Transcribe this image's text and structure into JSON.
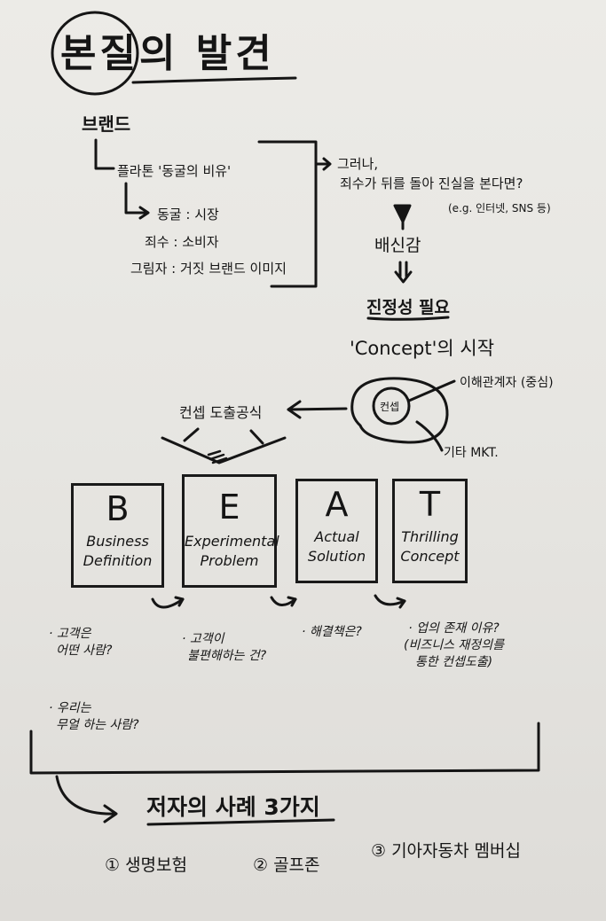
{
  "title": "본질의 발견",
  "brand": "브랜드",
  "plato": "플라톤 '동굴의 비유'",
  "cave_items": [
    "동굴 : 시장",
    "죄수 : 소비자",
    "그림자 : 거짓 브랜드 이미지"
  ],
  "however": "그러나,",
  "turn_question": "죄수가 뒤를 돌아 진실을 본다면?",
  "eg": "(e.g. 인터넷, SNS 등)",
  "betrayal": "배신감",
  "authenticity": "진정성 필요",
  "concept_start": "'Concept'의 시작",
  "formula": "컨셉 도출공식",
  "concept_core": "컨셉",
  "stakeholders": "이해관계자 (중심)",
  "other_mkt": "기타 MKT.",
  "beat": [
    {
      "letter": "B",
      "line1": "Business",
      "line2": "Definition"
    },
    {
      "letter": "E",
      "line1": "Experimental",
      "line2": "Problem"
    },
    {
      "letter": "A",
      "line1": "Actual",
      "line2": "Solution"
    },
    {
      "letter": "T",
      "line1": "Thrilling",
      "line2": "Concept"
    }
  ],
  "q_b1": [
    "· 고객은",
    "어떤 사람?"
  ],
  "q_b2": [
    "· 우리는",
    "무얼 하는 사람?"
  ],
  "q_e": [
    "· 고객이",
    "불편해하는 건?"
  ],
  "q_a": "· 해결책은?",
  "q_t": [
    "· 업의 존재 이유?",
    "(비즈니스 재정의를",
    "통한 컨셉도출)"
  ],
  "examples_title": "저자의 사례 3가지",
  "examples": [
    "① 생명보험",
    "② 골프존",
    "③ 기아자동차 멤버십"
  ]
}
